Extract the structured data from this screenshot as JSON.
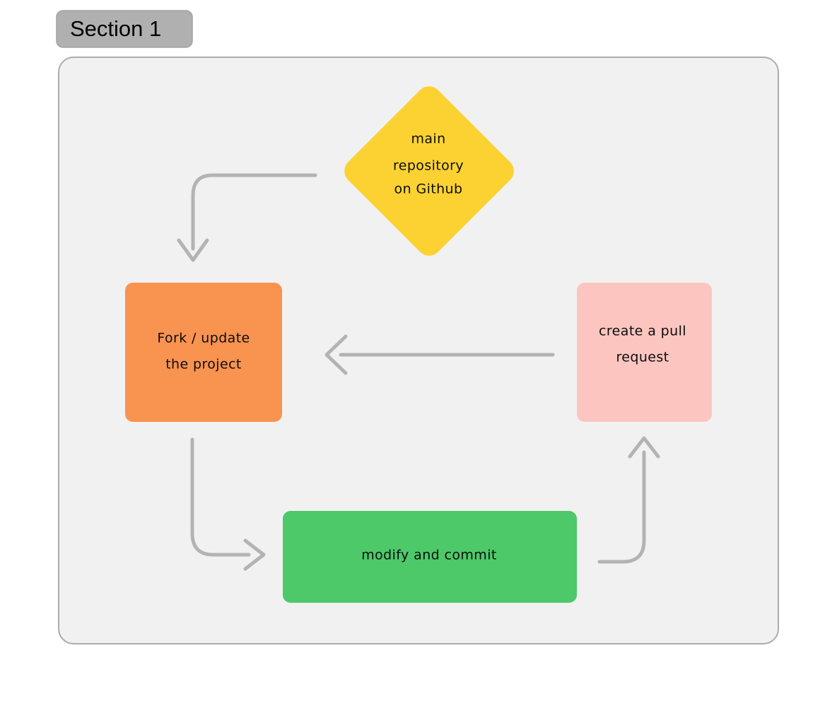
{
  "section": {
    "label": "Section 1",
    "pill_color": "#b0b0b0",
    "container_fill": "#f1f1f1",
    "container_border": "#acacac"
  },
  "diagram": {
    "type": "flowchart",
    "orientation": "cycle",
    "edge_color": "#b3b3b3",
    "nodes": [
      {
        "id": "main-repository",
        "shape": "diamond",
        "color": "#fcd232",
        "lines": [
          "main",
          "repository",
          "on Github"
        ]
      },
      {
        "id": "fork-update",
        "shape": "rounded-rect",
        "color": "#f99350",
        "lines": [
          "Fork / update",
          "the project"
        ]
      },
      {
        "id": "modify-commit",
        "shape": "rounded-rect",
        "color": "#4dc96a",
        "lines": [
          "modify and commit"
        ]
      },
      {
        "id": "create-pull-request",
        "shape": "rounded-rect",
        "color": "#fcc5c0",
        "lines": [
          "create a pull",
          "request"
        ]
      }
    ],
    "edges": [
      {
        "id": "edge-main-to-fork",
        "from": "main-repository",
        "to": "fork-update",
        "label": ""
      },
      {
        "id": "edge-fork-to-modify",
        "from": "fork-update",
        "to": "modify-commit",
        "label": ""
      },
      {
        "id": "edge-modify-to-pr",
        "from": "modify-commit",
        "to": "create-pull-request",
        "label": ""
      },
      {
        "id": "edge-pr-to-fork",
        "from": "create-pull-request",
        "to": "fork-update",
        "label": ""
      }
    ]
  }
}
